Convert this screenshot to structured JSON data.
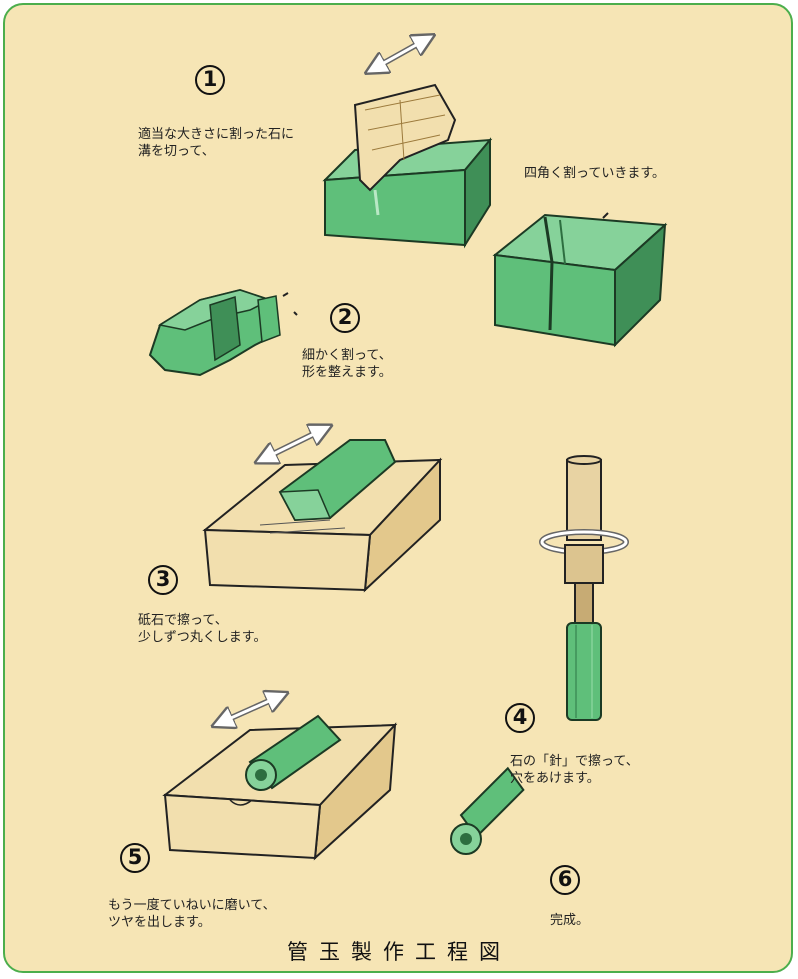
{
  "title": "管玉製作工程図",
  "colors": {
    "background": "#f6e5b5",
    "border": "#4cae4c",
    "stone": "#5fbf7a",
    "stone_dark": "#3f8f57",
    "stone_light": "#86d29a",
    "wood": "#f2dfae",
    "arrow": "#ffffff"
  },
  "steps": [
    {
      "number": "1",
      "lines": [
        "適当な大きさに割った石に",
        "溝を切って、"
      ],
      "extra": "四角く割っていきます。"
    },
    {
      "number": "2",
      "lines": [
        "細かく割って、",
        "形を整えます。"
      ]
    },
    {
      "number": "3",
      "lines": [
        "砥石で擦って、",
        "少しずつ丸くします。"
      ]
    },
    {
      "number": "4",
      "lines": [
        "石の「針」で擦って、",
        "穴をあけます。"
      ]
    },
    {
      "number": "5",
      "lines": [
        "もう一度ていねいに磨いて、",
        "ツヤを出します。"
      ]
    },
    {
      "number": "6",
      "lines": [
        "完成。"
      ]
    }
  ]
}
